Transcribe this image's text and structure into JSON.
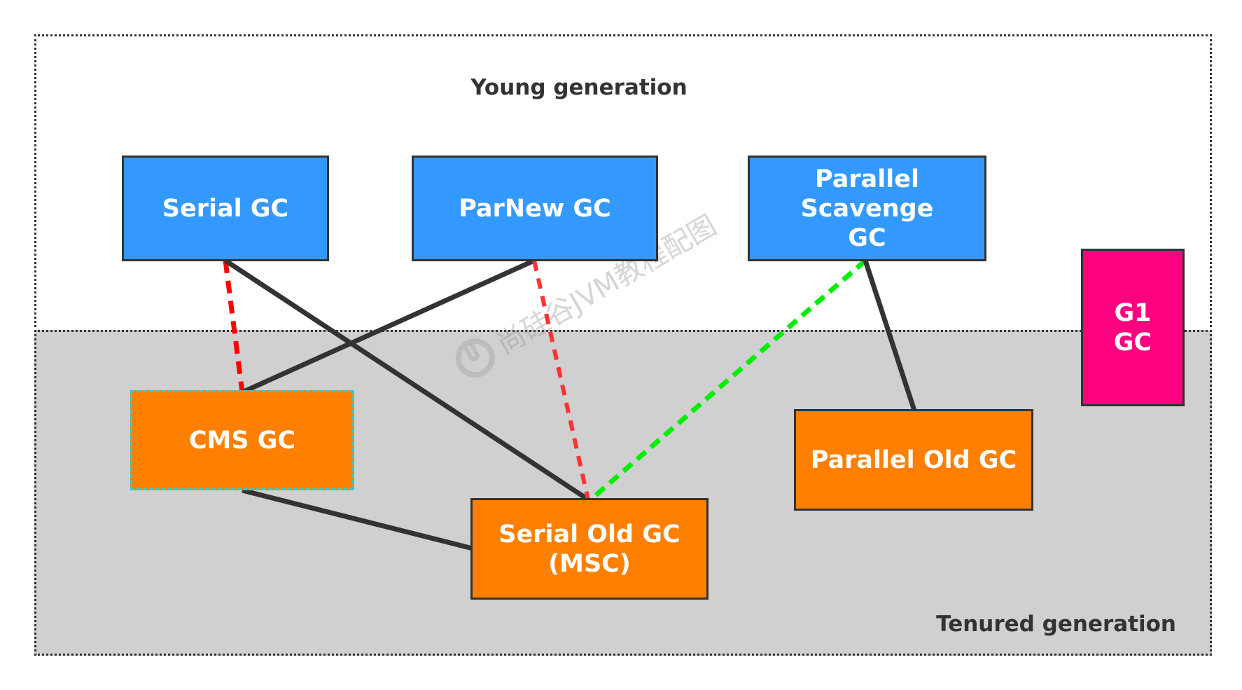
{
  "regions": {
    "young_label": "Young generation",
    "tenured_label": "Tenured generation"
  },
  "nodes": {
    "serial_gc": "Serial GC",
    "parnew_gc": "ParNew GC",
    "parallel_scavenge_line1": "Parallel Scavenge",
    "parallel_scavenge_line2": "GC",
    "g1_line1": "G1",
    "g1_line2": "GC",
    "cms_gc": "CMS GC",
    "parallel_old_gc": "Parallel Old GC",
    "serial_old_line1": "Serial Old GC",
    "serial_old_line2": "(MSC)"
  },
  "edges": [
    {
      "from": "serial_gc",
      "to": "cms_gc",
      "style": "dashed",
      "color": "#ff0000"
    },
    {
      "from": "serial_gc",
      "to": "serial_old_gc",
      "style": "solid",
      "color": "#333333"
    },
    {
      "from": "parnew_gc",
      "to": "cms_gc",
      "style": "solid",
      "color": "#333333"
    },
    {
      "from": "parnew_gc",
      "to": "serial_old_gc",
      "style": "dashed",
      "color": "#ff3333"
    },
    {
      "from": "parallel_scavenge_gc",
      "to": "serial_old_gc",
      "style": "dashed",
      "color": "#00ee00"
    },
    {
      "from": "parallel_scavenge_gc",
      "to": "parallel_old_gc",
      "style": "solid",
      "color": "#333333"
    },
    {
      "from": "cms_gc",
      "to": "serial_old_gc",
      "style": "solid",
      "color": "#333333"
    }
  ],
  "watermark": {
    "text": "尚硅谷JVM教程配图",
    "icon": "silicon-valley-logo-icon"
  },
  "colors": {
    "young_node": "#3399ff",
    "tenured_node": "#ff8000",
    "g1_node": "#ff0080",
    "tenured_background": "#d0d0d0",
    "cms_border": "#33cccc"
  }
}
